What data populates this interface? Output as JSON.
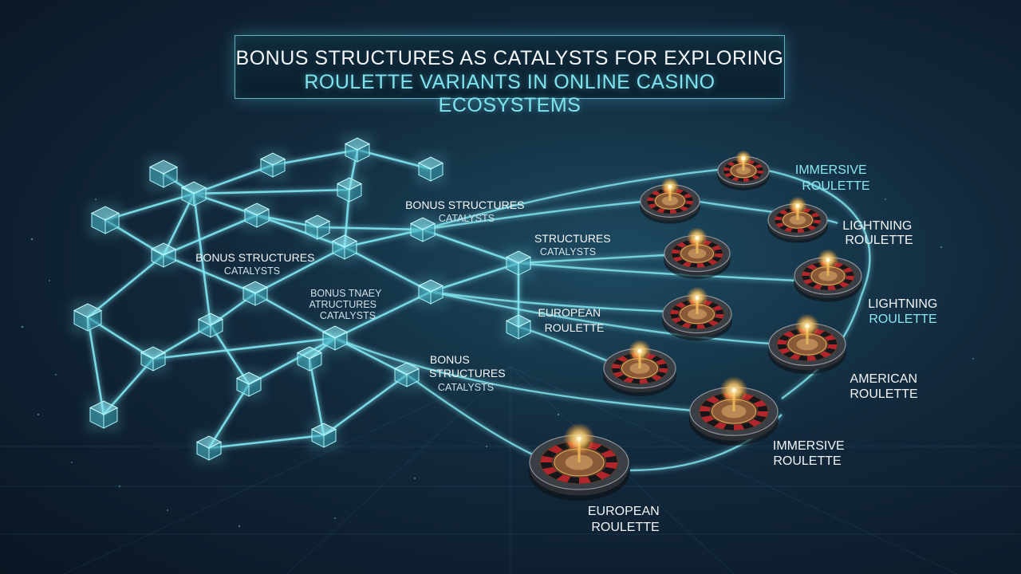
{
  "title": {
    "line1": "BONUS STRUCTURES AS CATALYSTS FOR EXPLORING",
    "line2": "ROULETTE VARIANTS IN ONLINE CASINO ECOSYSTEMS"
  },
  "network_labels": {
    "top": {
      "line1": "BONUS STRUCTURES",
      "line2": "CATALYSTS"
    },
    "mid_right": {
      "line1": "STRUCTURES",
      "line2": "CATALYSTS"
    },
    "left": {
      "line1": "BONUS STRUCTURES",
      "line2": "CATALYSTS"
    },
    "center": {
      "line1": "BONUS TNAEY",
      "line2": "ATRUCTURES",
      "line3": "CATALYSTS"
    },
    "european": {
      "line1": "EUROPEAN",
      "line2": "ROULETTE"
    },
    "bottom": {
      "line1": "BONUS",
      "line2": "STRUCTURES",
      "line3": "CATALYSTS"
    }
  },
  "roulette_labels": {
    "immersive_top": {
      "line1": "IMMERSIVE",
      "line2": "ROULETTE"
    },
    "lightning_1": {
      "line1": "LIGHTNING",
      "line2": "ROULETTE"
    },
    "lightning_2": {
      "line1": "LIGHTNING",
      "line2": "ROULETTE"
    },
    "american": {
      "line1": "AMERICAN",
      "line2": "ROULETTE"
    },
    "immersive_bottom": {
      "line1": "IMMERSIVE",
      "line2": "ROULETTE"
    },
    "european_bottom": {
      "line1": "EUROPEAN",
      "line2": "ROULETTE"
    }
  },
  "colors": {
    "link": "#7fe6f2",
    "node": "#6fd7e4",
    "wheel_red": "#b2262b",
    "wheel_rim": "#2b2f34",
    "wheel_gold": "#e2b15a",
    "title_cyan": "#7fe3ef"
  }
}
